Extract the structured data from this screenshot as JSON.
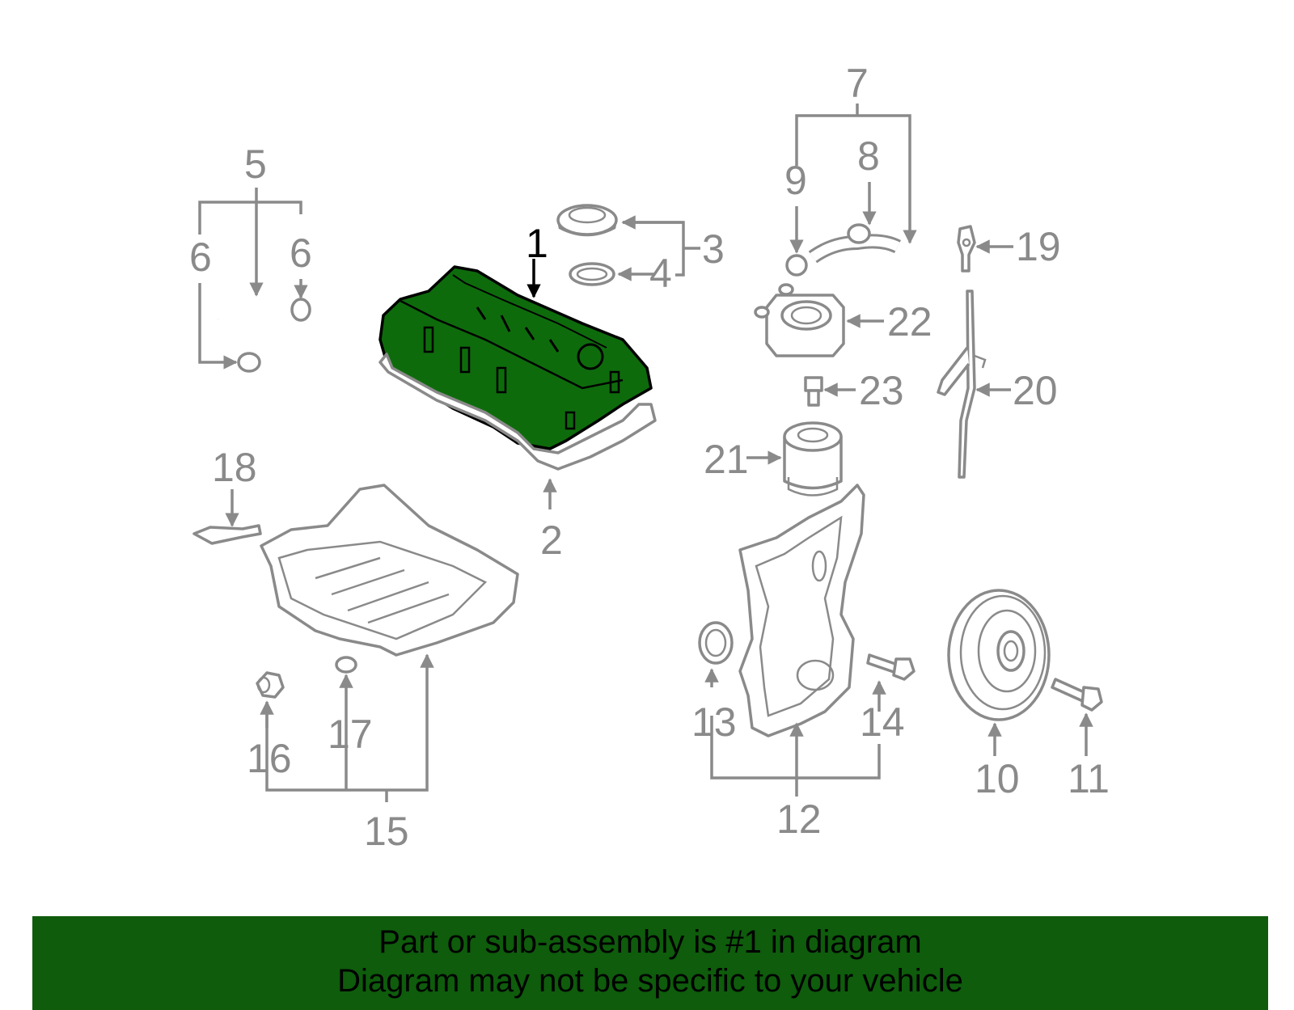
{
  "colors": {
    "highlight_fill": "#0e6b0c",
    "line_gray": "#8a8a8a",
    "footer_bg": "#0e5c0c"
  },
  "highlighted_part": "1",
  "callouts": {
    "c1": "1",
    "c2": "2",
    "c3": "3",
    "c4": "4",
    "c5": "5",
    "c6a": "6",
    "c6b": "6",
    "c7": "7",
    "c8": "8",
    "c9": "9",
    "c10": "10",
    "c11": "11",
    "c12": "12",
    "c13": "13",
    "c14": "14",
    "c15": "15",
    "c16": "16",
    "c17": "17",
    "c18": "18",
    "c19": "19",
    "c20": "20",
    "c21": "21",
    "c22": "22",
    "c23": "23"
  },
  "footer": {
    "line1": "Part or sub-assembly is #1 in diagram",
    "line2": "Diagram may not be specific to your vehicle"
  }
}
